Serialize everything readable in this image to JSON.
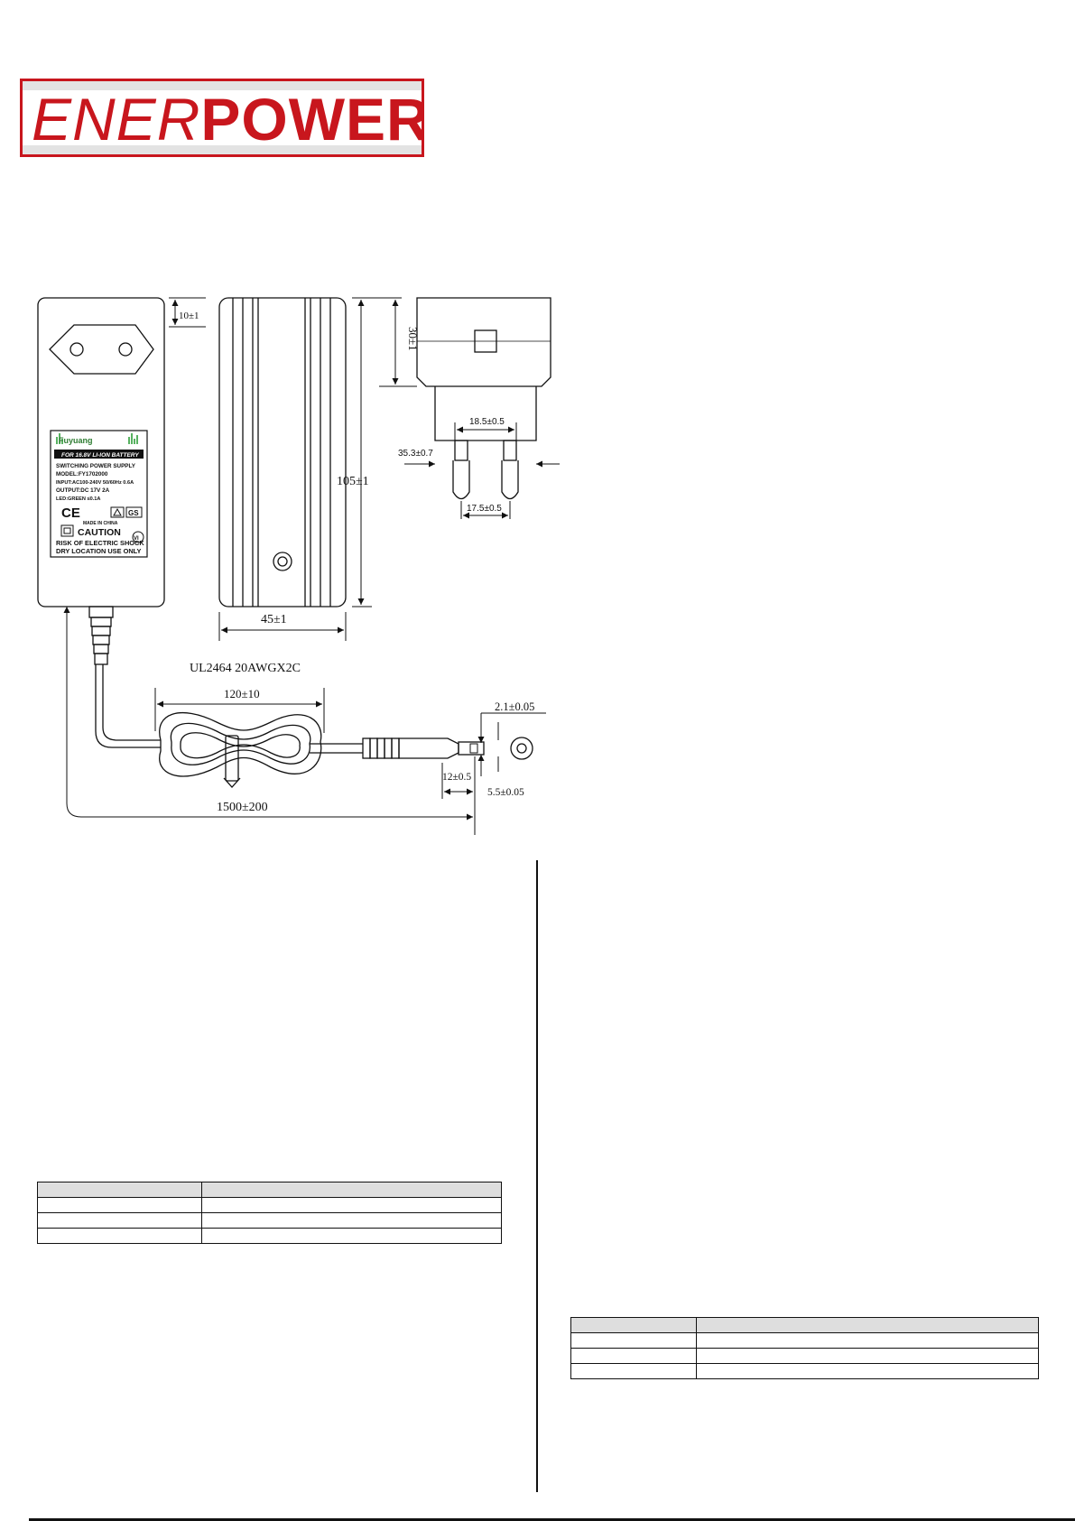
{
  "brand": {
    "part1": "ENER",
    "part2": "POWER",
    "color": "#c8161d"
  },
  "label": {
    "brand": "Fuyuang",
    "battery_banner": "FOR 16.8V LI-ION BATTERY",
    "line1": "SWITCHING POWER SUPPLY",
    "line2": "MODEL:FY1702000",
    "line3": "INPUT:AC100-240V 50/60Hz 0.6A",
    "line4": "OUTPUT:DC 17V 2A",
    "line5": "LED:GREEN ≤0.1A",
    "made_in": "MADE IN CHINA",
    "caution": "CAUTION",
    "warning1": "RISK OF ELECTRIC SHOCK",
    "warning2": "DRY LOCATION USE ONLY",
    "ce": "CE",
    "gs": "GS",
    "vi": "VI"
  },
  "dimensions": {
    "top_offset": "10±1",
    "plug_depth": "30±1",
    "pin_spacing_top": "18.5±0.5",
    "plug_width": "35.3±0.7",
    "pin_spacing_bottom": "17.5±0.5",
    "height": "105±1",
    "width": "45±1",
    "cable_type": "UL2464 20AWGX2C",
    "coil_length": "120±10",
    "pin_inner_dia": "2.1±0.05",
    "barrel_length": "12±0.5",
    "barrel_outer_dia": "5.5±0.05",
    "cable_length": "1500±200"
  }
}
